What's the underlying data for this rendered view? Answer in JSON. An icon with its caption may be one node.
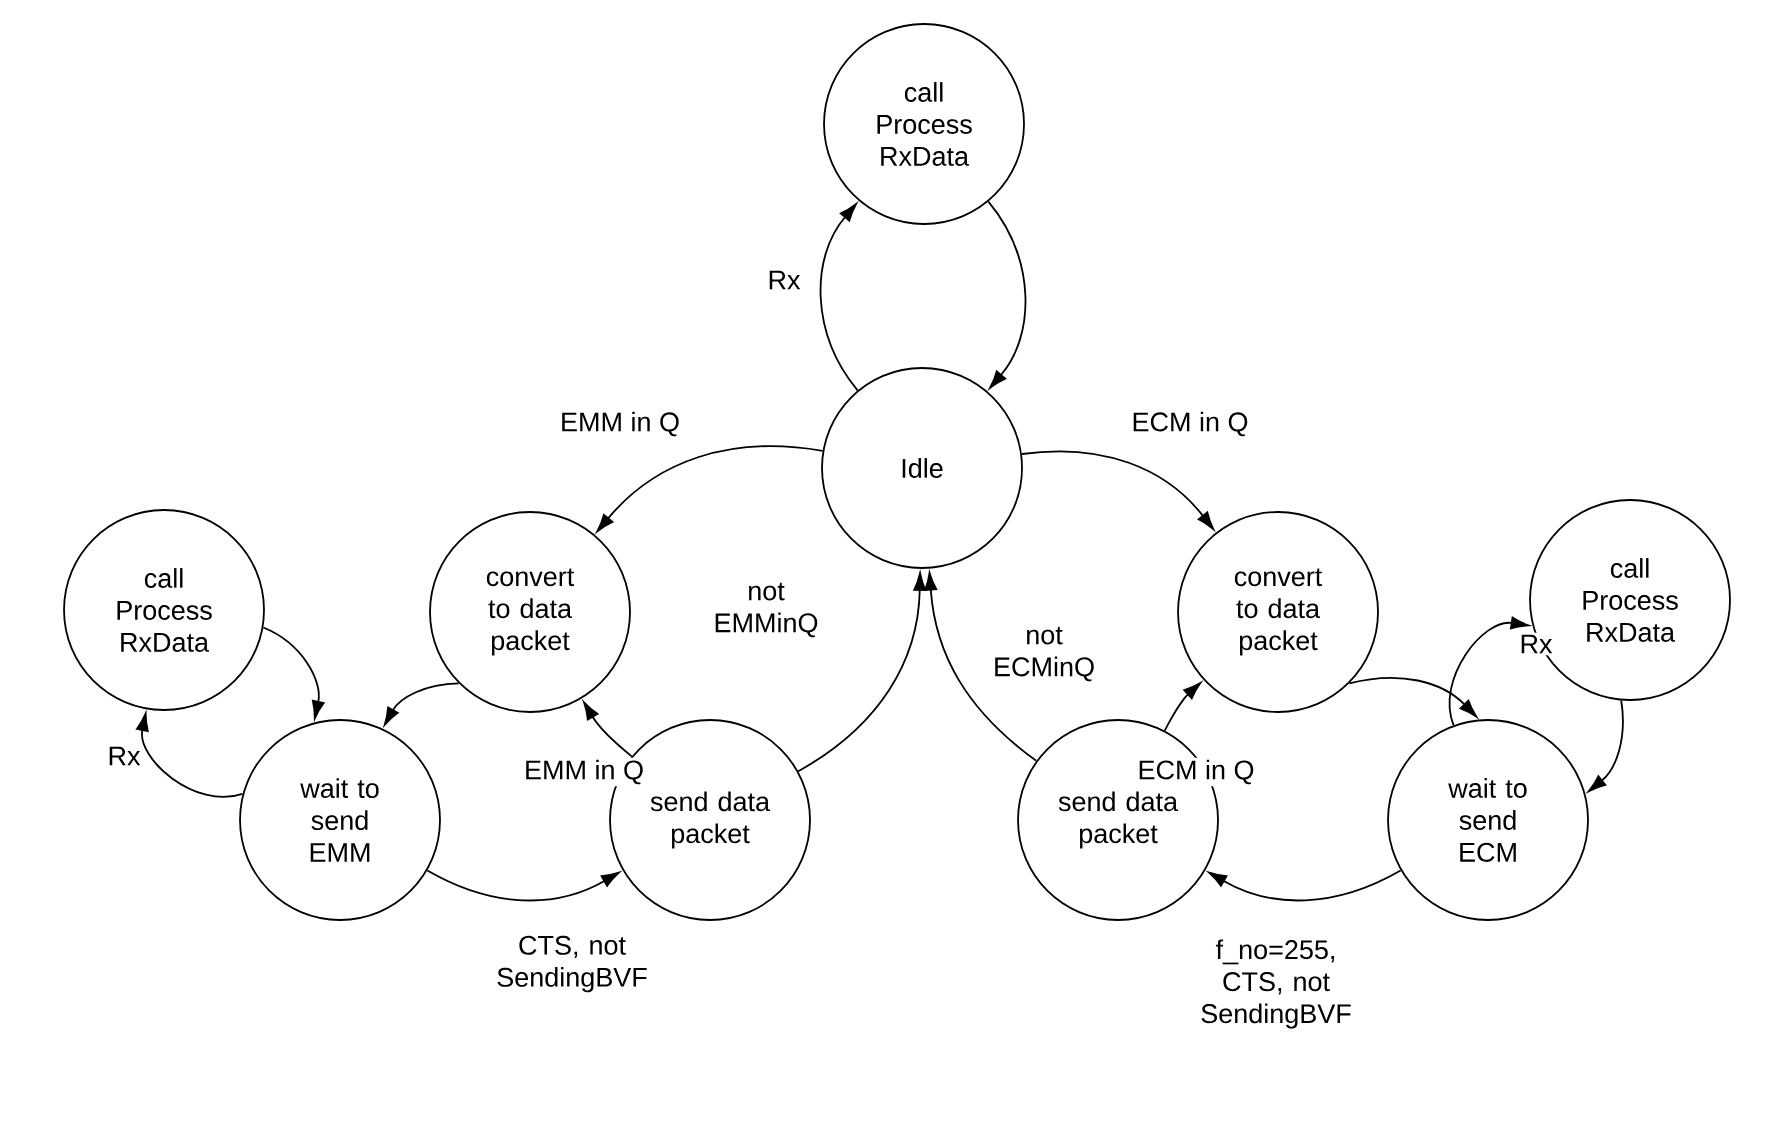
{
  "diagram": {
    "nodes": [
      {
        "text": [
          "call Process RxData"
        ]
      },
      {
        "text": [
          "Idle"
        ]
      },
      {
        "text": [
          "call Process RxData"
        ]
      },
      {
        "text": [
          "convert to data packet"
        ]
      },
      {
        "text": [
          "convert to data packet"
        ]
      },
      {
        "text": [
          "call Process RxData"
        ]
      },
      {
        "text": [
          "wait to send EMM"
        ]
      },
      {
        "text": [
          "send data packet"
        ]
      },
      {
        "text": [
          "send data packet"
        ]
      },
      {
        "text": [
          "wait to send ECM"
        ]
      }
    ],
    "edges": [
      {
        "from": 1,
        "to": 0,
        "arrow": "to",
        "label": "Rx"
      },
      {
        "from": 0,
        "to": 1,
        "arrow": "to"
      },
      {
        "from": 1,
        "to": 3,
        "arrow": "to",
        "label": "EMM in Q"
      },
      {
        "from": 1,
        "to": 4,
        "arrow": "to",
        "label": "ECM in Q"
      },
      {
        "from": 3,
        "to": 6,
        "arrow": "to"
      },
      {
        "from": 7,
        "to": 3,
        "arrow": "to",
        "label": "EMM in Q"
      },
      {
        "from": 7,
        "to": 1,
        "arrow": "to",
        "label": "not EMMinQ"
      },
      {
        "from": 6,
        "to": 7,
        "arrow": "to",
        "label": "CTS, not SendingBVF"
      },
      {
        "from": 6,
        "to": 2,
        "arrow": "to",
        "label": "Rx"
      },
      {
        "from": 2,
        "to": 6,
        "arrow": "to"
      },
      {
        "from": 4,
        "to": 9,
        "arrow": "to"
      },
      {
        "from": 8,
        "to": 4,
        "arrow": "to",
        "label": "ECM in Q"
      },
      {
        "from": 8,
        "to": 1,
        "arrow": "to",
        "label": "not ECMinQ"
      },
      {
        "from": 9,
        "to": 8,
        "arrow": "to",
        "label": "f_no=255, CTS, not SendingBVF"
      },
      {
        "from": 9,
        "to": 5,
        "arrow": "to",
        "label": "Rx"
      },
      {
        "from": 5,
        "to": 9,
        "arrow": "to"
      }
    ]
  }
}
